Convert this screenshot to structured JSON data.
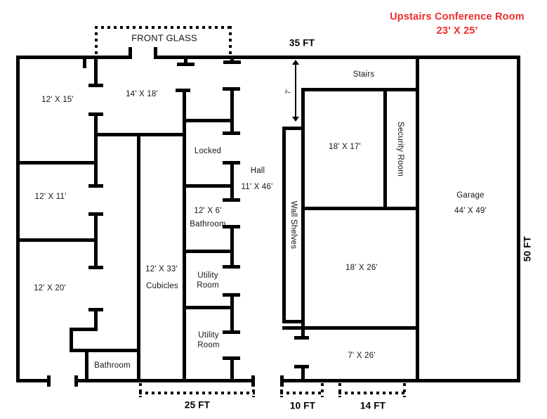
{
  "colors": {
    "wall": "#000000",
    "annotation_red": "#ef2d2d",
    "background": "#ffffff"
  },
  "annotation": {
    "line1": "Upstairs Conference Room",
    "line2": "23' X 25'"
  },
  "dimensions": {
    "top_width": "35 FT",
    "right_height": "50 FT",
    "bottom_left_width": "25 FT",
    "bottom_door1_width": "10 FT",
    "bottom_door2_width": "14 FT",
    "gap_depth": "7'"
  },
  "labels": {
    "front_glass": "FRONT GLASS",
    "room_12x15": "12' X 15'",
    "room_14x18": "14' X 18'",
    "room_12x11": "12' X 11'",
    "room_12x20": "12' X 20'",
    "stairs": "Stairs",
    "room_18x17": "18' X 17'",
    "security_room": "Security Room",
    "garage_name": "Garage",
    "garage_size": "44' X 49'",
    "locked": "Locked",
    "hall_name": "Hall",
    "hall_size": "11' X 46'",
    "half_bath_size": "12' X 6'",
    "half_bath_name": "Bathroom",
    "wall_shelves": "Wall Shelves",
    "cubicles_size": "12' X 33'",
    "cubicles_name": "Cubicles",
    "utility_room_1_line1": "Utility",
    "utility_room_1_line2": "Room",
    "utility_room_2_line1": "Utility",
    "utility_room_2_line2": "Room",
    "room_18x26": "18' X 26'",
    "room_7x26": "7' X 26'",
    "bathroom": "Bathroom"
  }
}
